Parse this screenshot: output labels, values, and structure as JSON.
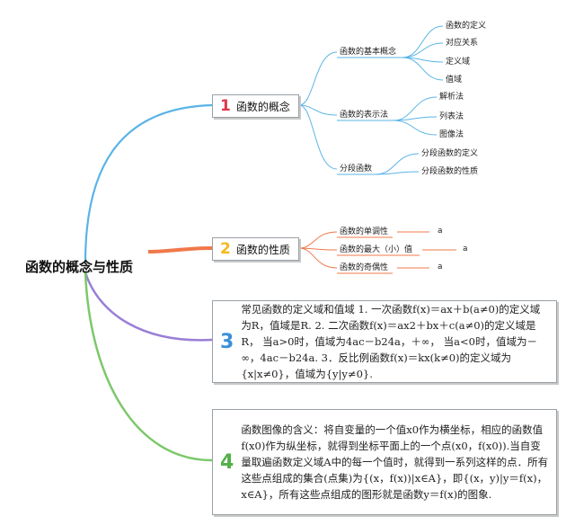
{
  "root": "函数的概念与性质",
  "colors": {
    "topic1": "#5ab4e6",
    "topic2": "#f0784a",
    "topic3": "#9a7fd6",
    "topic4": "#7cc86a",
    "num1": "#e0354b",
    "num2": "#f5b81c",
    "num3": "#3b8fd8",
    "num4": "#54b04a"
  },
  "topic1": {
    "number": "1",
    "label": "函数的概念",
    "groups": [
      {
        "label": "函数的基本概念",
        "items": [
          "函数的定义",
          "对应关系",
          "定义域",
          "值域"
        ]
      },
      {
        "label": "函数的表示法",
        "items": [
          "解析法",
          "列表法",
          "图像法"
        ]
      },
      {
        "label": "分段函数",
        "items": [
          "分段函数的定义",
          "分段函数的性质"
        ]
      }
    ]
  },
  "topic2": {
    "number": "2",
    "label": "函数的性质",
    "items": [
      {
        "label": "函数的单调性",
        "value": "a"
      },
      {
        "label": "函数的最大（小）值",
        "value": "a"
      },
      {
        "label": "函数的奇偶性",
        "value": "a"
      }
    ]
  },
  "topic3": {
    "number": "3",
    "text": "常见函数的定义域和值域 1. 一次函数f(x)＝ax＋b(a≠0)的定义域为R，值域是R. 2. 二次函数f(x)＝ax2＋bx＋c(a≠0)的定义域是R， 当a>0时，值域为4ac－b24a，＋∞，  当a<0时，值域为－∞，4ac－b24a. 3．反比例函数f(x)＝kx(k≠0)的定义域为{x|x≠0}，值域为{y|y≠0}."
  },
  "topic4": {
    "number": "4",
    "text": "函数图像的含义：将自变量的一个值x0作为横坐标，相应的函数值f(x0)作为纵坐标，就得到坐标平面上的一个点(x0，f(x0)).当自变量取遍函数定义域A中的每一个值时，就得到一系列这样的点．所有这些点组成的集合(点集)为{(x，f(x))|x∈A}，即{(x，y)|y＝f(x)，x∈A}，所有这些点组成的图形就是函数y＝f(x)的图象."
  }
}
